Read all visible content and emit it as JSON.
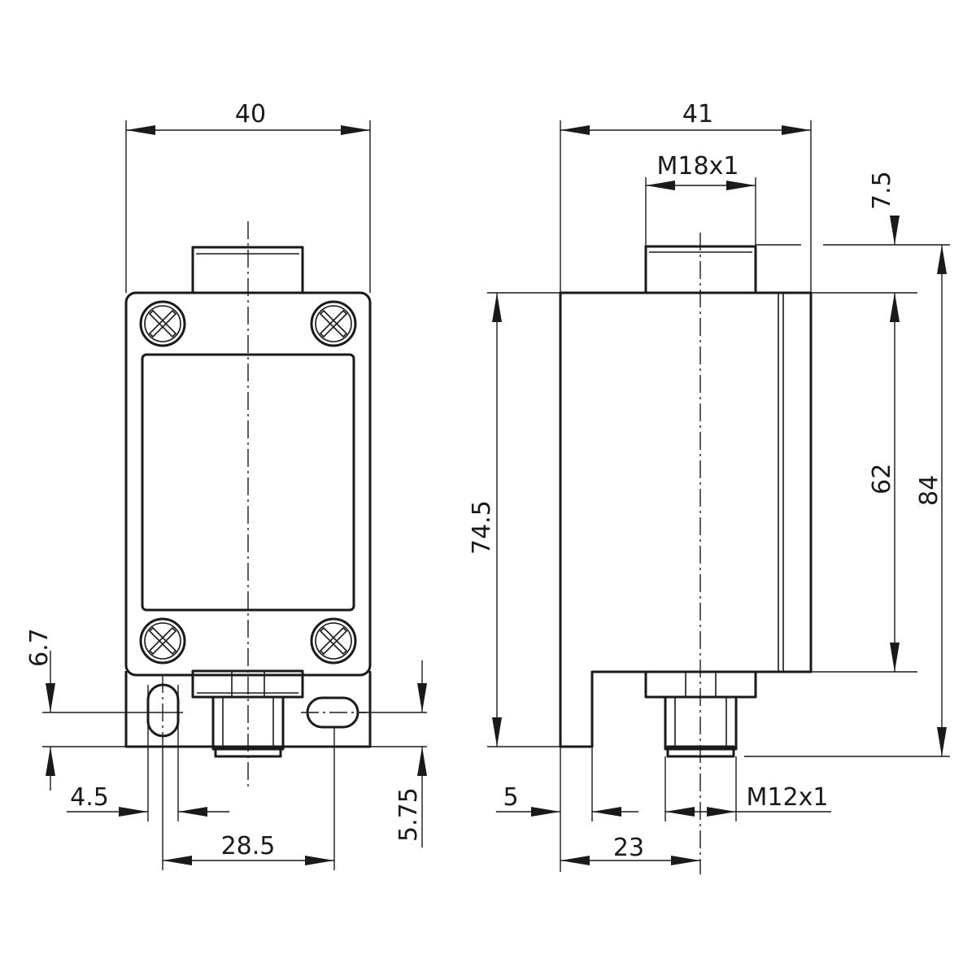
{
  "front_view": {
    "width_label": "40",
    "slot_offset_label": "6.7",
    "slot_width_label": "4.5",
    "slot_spacing_label": "28.5",
    "slot_height_label": "5.75"
  },
  "side_view": {
    "width_label": "41",
    "top_thread_label": "M18x1",
    "top_height_label": "7.5",
    "body_height_label": "74.5",
    "plate_height_label": "62",
    "total_height_label": "84",
    "flange_thickness_label": "5",
    "connector_thread_label": "M12x1",
    "axis_offset_label": "23"
  }
}
